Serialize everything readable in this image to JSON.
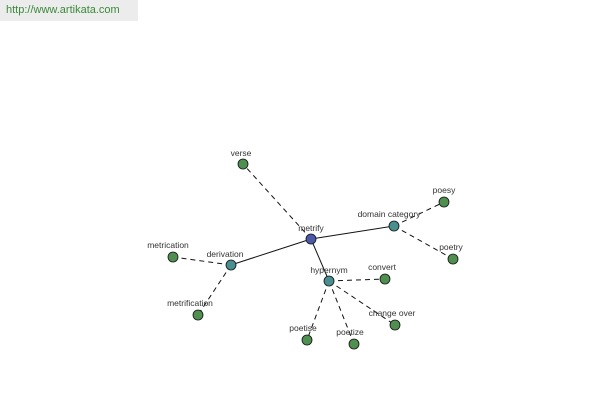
{
  "banner": {
    "url": "http://www.artikata.com"
  },
  "colors": {
    "root": "#4a5aa8",
    "category": "#4a8f8f",
    "leaf": "#4f8f4f"
  },
  "graph": {
    "nodes": [
      {
        "id": "metrify",
        "label": "metrify",
        "kind": "root"
      },
      {
        "id": "derivation",
        "label": "derivation",
        "kind": "category"
      },
      {
        "id": "domain_category",
        "label": "domain category",
        "kind": "category"
      },
      {
        "id": "hypernym",
        "label": "hypernym",
        "kind": "category"
      },
      {
        "id": "verse",
        "label": "verse",
        "kind": "leaf"
      },
      {
        "id": "metrication",
        "label": "metrication",
        "kind": "leaf"
      },
      {
        "id": "metrification",
        "label": "metrification",
        "kind": "leaf"
      },
      {
        "id": "poesy",
        "label": "poesy",
        "kind": "leaf"
      },
      {
        "id": "poetry",
        "label": "poetry",
        "kind": "leaf"
      },
      {
        "id": "convert",
        "label": "convert",
        "kind": "leaf"
      },
      {
        "id": "change_over",
        "label": "change over",
        "kind": "leaf"
      },
      {
        "id": "poetise",
        "label": "poetise",
        "kind": "leaf"
      },
      {
        "id": "poetize",
        "label": "poetize",
        "kind": "leaf"
      }
    ],
    "edges": [
      {
        "from": "metrify",
        "to": "derivation",
        "style": "solid"
      },
      {
        "from": "metrify",
        "to": "domain_category",
        "style": "solid"
      },
      {
        "from": "metrify",
        "to": "hypernym",
        "style": "solid"
      },
      {
        "from": "metrify",
        "to": "verse",
        "style": "dashed"
      },
      {
        "from": "derivation",
        "to": "metrication",
        "style": "dashed"
      },
      {
        "from": "derivation",
        "to": "metrification",
        "style": "dashed"
      },
      {
        "from": "domain_category",
        "to": "poesy",
        "style": "dashed"
      },
      {
        "from": "domain_category",
        "to": "poetry",
        "style": "dashed"
      },
      {
        "from": "hypernym",
        "to": "convert",
        "style": "dashed"
      },
      {
        "from": "hypernym",
        "to": "change_over",
        "style": "dashed"
      },
      {
        "from": "hypernym",
        "to": "poetise",
        "style": "dashed"
      },
      {
        "from": "hypernym",
        "to": "poetize",
        "style": "dashed"
      }
    ]
  }
}
